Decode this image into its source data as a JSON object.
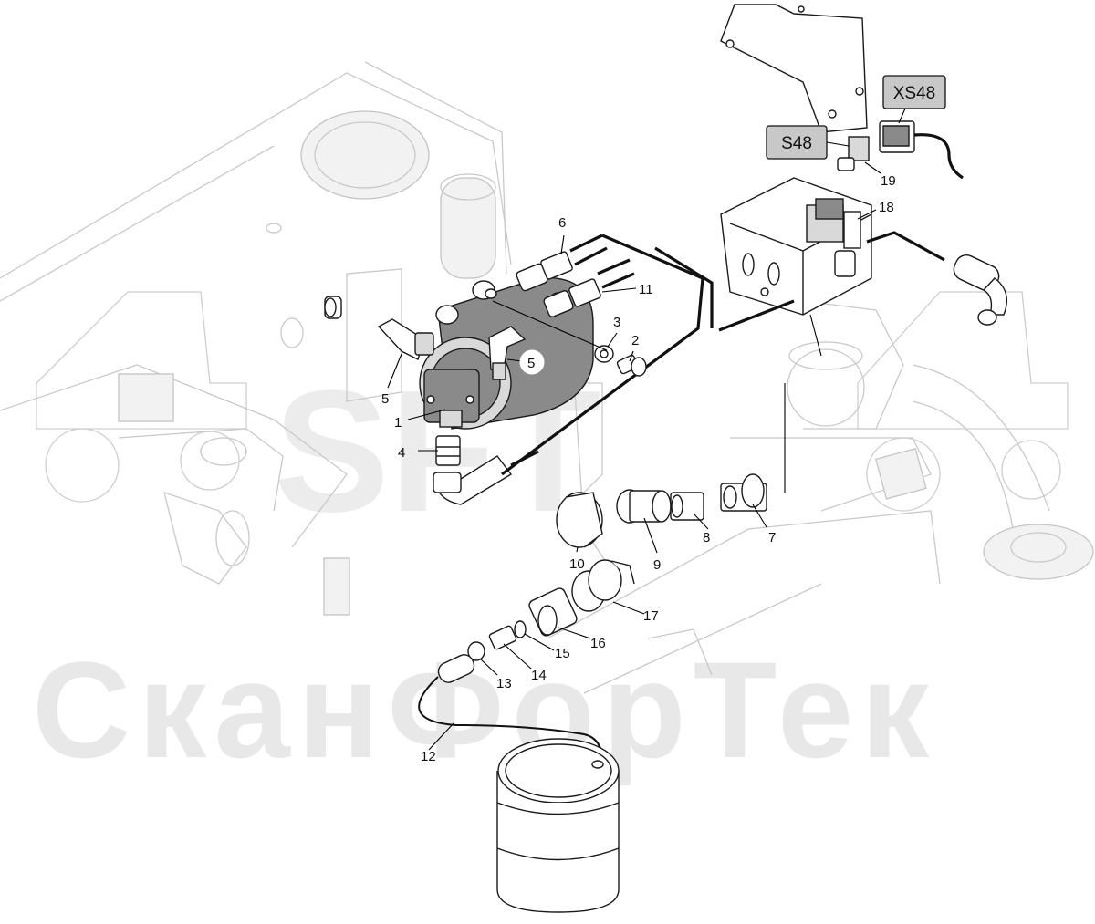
{
  "watermark": {
    "logo": "SFT",
    "company": "СканФорТек"
  },
  "tags": {
    "xs48": "XS48",
    "s48": "S48"
  },
  "callouts": {
    "c1": "1",
    "c2": "2",
    "c3": "3",
    "c4": "4",
    "c5a": "5",
    "c5b": "5",
    "c6": "6",
    "c7": "7",
    "c8": "8",
    "c9": "9",
    "c10": "10",
    "c11": "11",
    "c12": "12",
    "c13": "13",
    "c14": "14",
    "c15": "15",
    "c16": "16",
    "c17": "17",
    "c18": "18",
    "c19": "19"
  }
}
